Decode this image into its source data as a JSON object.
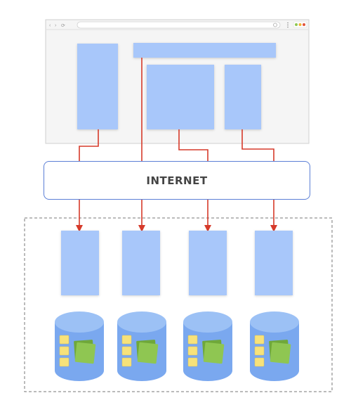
{
  "internet": {
    "label": "INTERNET"
  },
  "icons": {
    "browser_nav": [
      "back-icon",
      "forward-icon",
      "reload-icon"
    ],
    "browser_menu": "kebab-menu-icon",
    "window_dots": [
      "green-dot",
      "yellow-dot",
      "red-dot"
    ],
    "server": "database-icon",
    "sticky_notes": "sticky-note-icon"
  },
  "colors": {
    "block_fill": "#a8c7fa",
    "connector": "#d63a2a",
    "database_top": "#9cc1f5",
    "database_body": "#7aa8ef",
    "sticky_yellow": "#f7e27a",
    "sticky_green": "#8fc652",
    "window_border": "#cfcfcf",
    "window_bg": "#f5f5f5"
  }
}
